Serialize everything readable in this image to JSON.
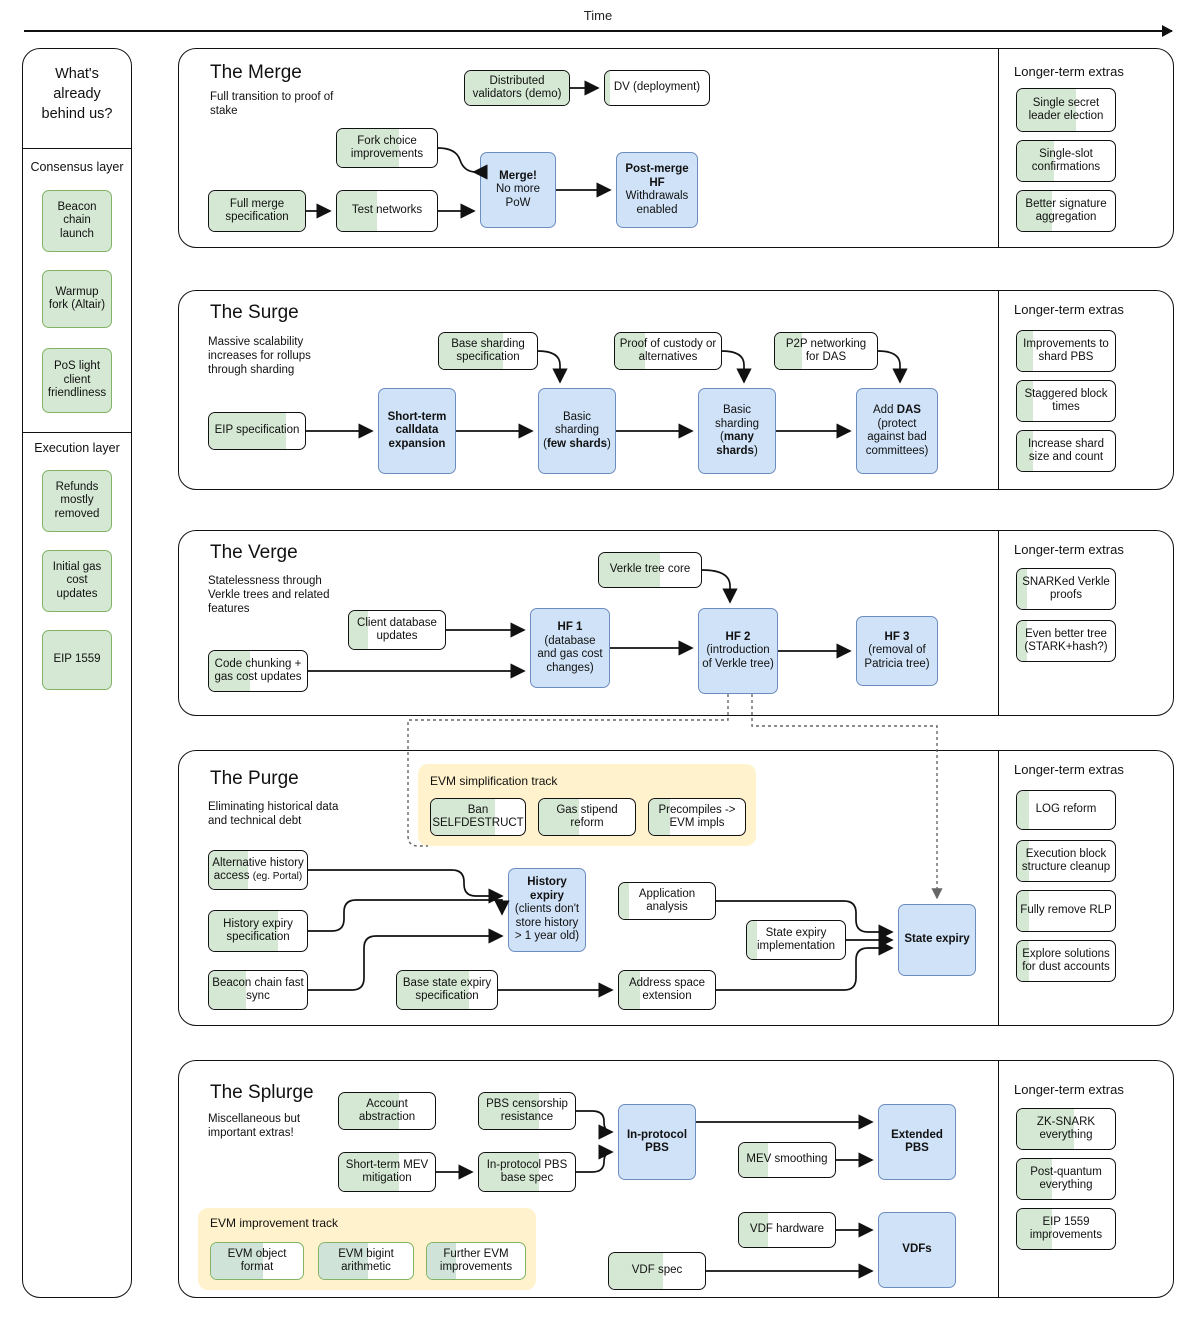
{
  "header": {
    "time_label": "Time"
  },
  "sidebar": {
    "title": "What's already behind us?",
    "groups": [
      {
        "label": "Consensus layer",
        "items": [
          "Beacon chain launch",
          "Warmup fork (Altair)",
          "PoS light client friendliness"
        ]
      },
      {
        "label": "Execution layer",
        "items": [
          "Refunds mostly removed",
          "Initial gas cost updates",
          "EIP 1559"
        ]
      }
    ]
  },
  "extras_title": "Longer-term extras",
  "sections": [
    {
      "title": "The Merge",
      "subtitle": "Full transition to proof of stake",
      "nodes": [
        {
          "label": "Distributed validators (demo)"
        },
        {
          "label": "DV (deployment)"
        },
        {
          "label": "Fork choice improvements"
        },
        {
          "label": "Full merge specification"
        },
        {
          "label": "Test networks"
        },
        {
          "label": "Merge! No more PoW"
        },
        {
          "label": "Post-merge HF Withdrawals enabled"
        }
      ],
      "extras": [
        "Single secret leader election",
        "Single-slot confirmations",
        "Better signature aggregation"
      ]
    },
    {
      "title": "The Surge",
      "subtitle": "Massive scalability increases for rollups through sharding",
      "nodes": [
        {
          "label": "Base sharding specification"
        },
        {
          "label": "Proof of custody or alternatives"
        },
        {
          "label": "P2P networking for DAS"
        },
        {
          "label": "EIP specification"
        },
        {
          "label": "Short-term calldata expansion"
        },
        {
          "label": "Basic sharding (few shards)"
        },
        {
          "label": "Basic sharding (many shards)"
        },
        {
          "label": "Add DAS (protect against bad committees)"
        }
      ],
      "extras": [
        "Improvements to shard PBS",
        "Staggered block times",
        "Increase shard size and count"
      ]
    },
    {
      "title": "The Verge",
      "subtitle": "Statelessness through Verkle trees and related features",
      "nodes": [
        {
          "label": "Verkle tree core"
        },
        {
          "label": "Client database updates"
        },
        {
          "label": "Code chunking + gas cost updates"
        },
        {
          "label": "HF 1 (database and gas cost changes)"
        },
        {
          "label": "HF 2 (introduction of Verkle tree)"
        },
        {
          "label": "HF 3 (removal of Patricia tree)"
        }
      ],
      "extras": [
        "SNARKed Verkle proofs",
        "Even better tree (STARK+hash?)"
      ]
    },
    {
      "title": "The Purge",
      "subtitle": "Eliminating historical data and technical debt",
      "track_title": "EVM simplification track",
      "track_nodes": [
        "Ban SELFDESTRUCT",
        "Gas stipend reform",
        "Precompiles -> EVM impls"
      ],
      "nodes": [
        {
          "label": "Alternative history access (eg. Portal)"
        },
        {
          "label": "History expiry specification"
        },
        {
          "label": "Beacon chain fast sync"
        },
        {
          "label": "Base state expiry specification"
        },
        {
          "label": "History expiry (clients don't store history > 1 year old)"
        },
        {
          "label": "Application analysis"
        },
        {
          "label": "State expiry implementation"
        },
        {
          "label": "Address space extension"
        },
        {
          "label": "State expiry"
        }
      ],
      "extras": [
        "LOG reform",
        "Execution block structure cleanup",
        "Fully remove RLP",
        "Explore solutions for dust accounts"
      ]
    },
    {
      "title": "The Splurge",
      "subtitle": "Miscellaneous but important extras!",
      "track_title": "EVM improvement track",
      "track_nodes": [
        "EVM object format",
        "EVM bigint arithmetic",
        "Further EVM improvements"
      ],
      "nodes": [
        {
          "label": "Account abstraction"
        },
        {
          "label": "PBS censorship resistance"
        },
        {
          "label": "Short-term MEV mitigation"
        },
        {
          "label": "In-protocol PBS base spec"
        },
        {
          "label": "In-protocol PBS"
        },
        {
          "label": "MEV smoothing"
        },
        {
          "label": "Extended PBS"
        },
        {
          "label": "VDF hardware"
        },
        {
          "label": "VDF spec"
        },
        {
          "label": "VDFs"
        }
      ],
      "extras": [
        "ZK-SNARK everything",
        "Post-quantum everything",
        "EIP 1559 improvements"
      ]
    }
  ],
  "colors": {
    "green_fill": "#d5e8d4",
    "green_border": "#82b366",
    "blue_fill": "#cfe2f7",
    "blue_border": "#6c8ebf",
    "yellow_track": "#fff2cc",
    "stroke": "#111111"
  }
}
